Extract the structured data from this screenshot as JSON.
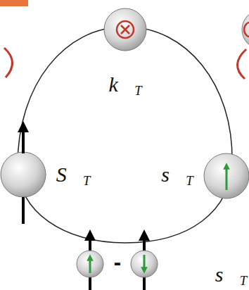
{
  "diagram": {
    "labels": [
      "k⃗T",
      "S⃗T",
      "s⃗T",
      "-",
      "s⃗T"
    ]
  }
}
